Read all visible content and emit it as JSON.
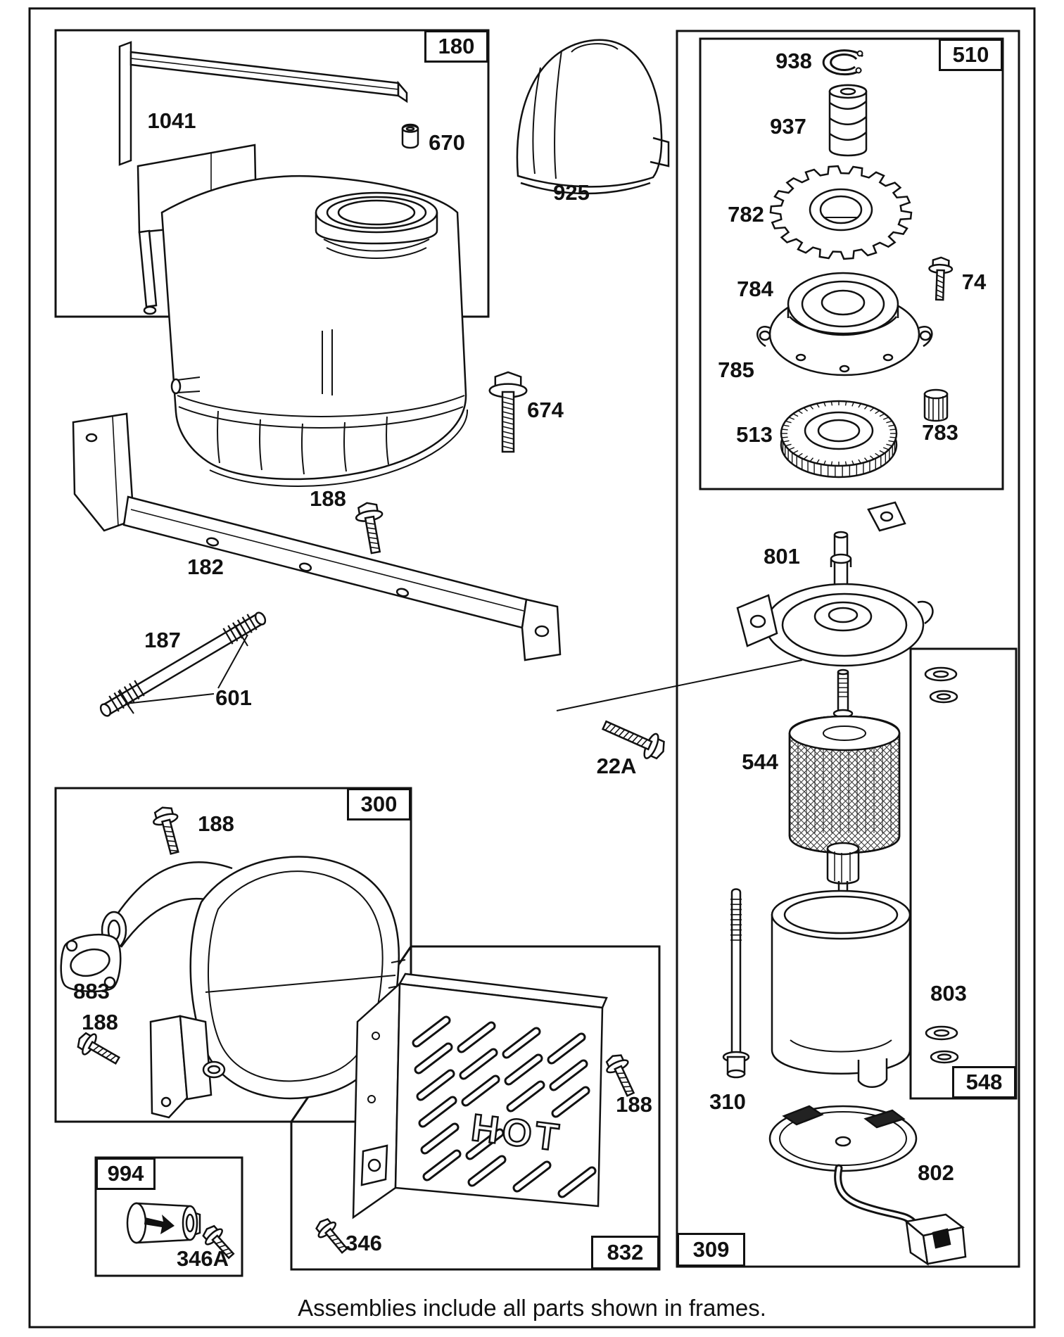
{
  "colors": {
    "ink": "#111111",
    "paper": "#ffffff"
  },
  "caption": "Assemblies include all parts shown in frames.",
  "frames": {
    "f180": "180",
    "f510": "510",
    "f548": "548",
    "f300": "300",
    "f994": "994",
    "f832": "832",
    "f309": "309"
  },
  "parts": {
    "p1041": "1041",
    "p670": "670",
    "p925": "925",
    "p674": "674",
    "p188_tank": "188",
    "p182": "182",
    "p187": "187",
    "p601": "601",
    "p22a": "22A",
    "p938": "938",
    "p937": "937",
    "p782": "782",
    "p74": "74",
    "p784": "784",
    "p785": "785",
    "p513": "513",
    "p783": "783",
    "p801": "801",
    "p544": "544",
    "p803": "803",
    "p310": "310",
    "p802": "802",
    "p188_muffler_top": "188",
    "p883": "883",
    "p188_muffler_side": "188",
    "p346a": "346A",
    "p346": "346",
    "p188_shield": "188"
  },
  "stamp": {
    "hot": "HOT"
  }
}
